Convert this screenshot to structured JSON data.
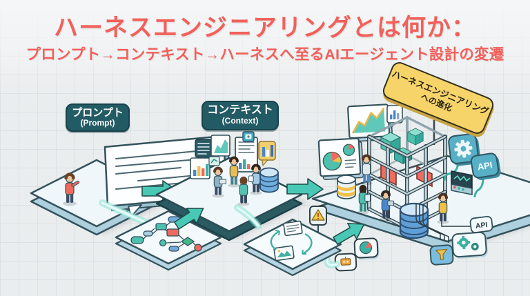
{
  "header": {
    "title": "ハーネスエンジニアリングとは何か：",
    "subtitle": "プロンプト→コンテキスト→ハーネスへ至るAIエージェント設計の変遷"
  },
  "stages": {
    "prompt": {
      "label_jp": "プロンプト",
      "label_en": "(Prompt)"
    },
    "context": {
      "label_jp": "コンテキスト",
      "label_en": "(Context)"
    },
    "harness": {
      "banner_line1": "ハーネスエンジニアリング",
      "banner_line2": "への進化"
    }
  },
  "chips": {
    "api_right": "API",
    "api_bottom": "API"
  },
  "icons": {
    "gear-icon": "drawn-gear",
    "gears-pair-icon": "two-gears",
    "api-chip-icon": "API",
    "warning-icon": "yellow-triangle-exclamation",
    "database-icon": "cylinder-stack",
    "pie-chart-icon": "pie",
    "line-chart-icon": "area-line",
    "bar-chart-icon": "bars",
    "document-icon": "lined-card",
    "speech-bubble-icon": "bubble",
    "robot-icon": "small-robot",
    "funnel-icon": "yellow-funnel",
    "console-icon": "terminal-with-waveform",
    "flowchart-icon": "node-graph",
    "cycle-icon": "loop-arrows"
  },
  "colors": {
    "title_red": "#f2605a",
    "badge_teal": "#235b64",
    "arrow_teal": "#49c8b6",
    "banner_yellow": "#f6d469",
    "platform_rim_dark": "#2b5a63",
    "platform_rim_light": "#aecfdd",
    "accent_red": "#ee6a5f",
    "db_blue": "#5f9fd8",
    "glow_teal": "#8fe0d4",
    "scaffold_gray": "#c6d7de"
  }
}
